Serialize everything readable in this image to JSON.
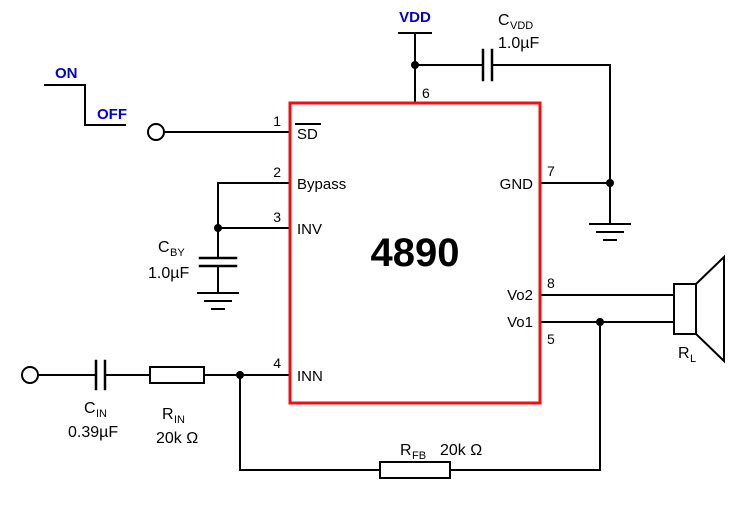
{
  "ic": {
    "part": "4890"
  },
  "pins": {
    "p1": {
      "num": "1",
      "label": "SD"
    },
    "p2": {
      "num": "2",
      "label": "Bypass"
    },
    "p3": {
      "num": "3",
      "label": "INV"
    },
    "p4": {
      "num": "4",
      "label": "INN"
    },
    "p5": {
      "num": "5",
      "label": "Vo1"
    },
    "p6": {
      "num": "6"
    },
    "p7": {
      "num": "7",
      "label": "GND"
    },
    "p8": {
      "num": "8",
      "label": "Vo2"
    }
  },
  "power": {
    "vdd": "VDD"
  },
  "shutdown_waveform": {
    "on": "ON",
    "off": "OFF"
  },
  "components": {
    "cvdd": {
      "ref": "C",
      "sub": "VDD",
      "value": "1.0µF"
    },
    "cby": {
      "ref": "C",
      "sub": "BY",
      "value": "1.0µF"
    },
    "cin": {
      "ref": "C",
      "sub": "IN",
      "value": "0.39µF"
    },
    "rin": {
      "ref": "R",
      "sub": "IN",
      "value": "20k Ω"
    },
    "rfb": {
      "ref": "R",
      "sub": "FB",
      "value": "20k Ω"
    },
    "rl": {
      "ref": "R",
      "sub": "L"
    }
  },
  "colors": {
    "ic_border": "#f01010",
    "wire": "#000000",
    "blue": "#0000d0"
  }
}
